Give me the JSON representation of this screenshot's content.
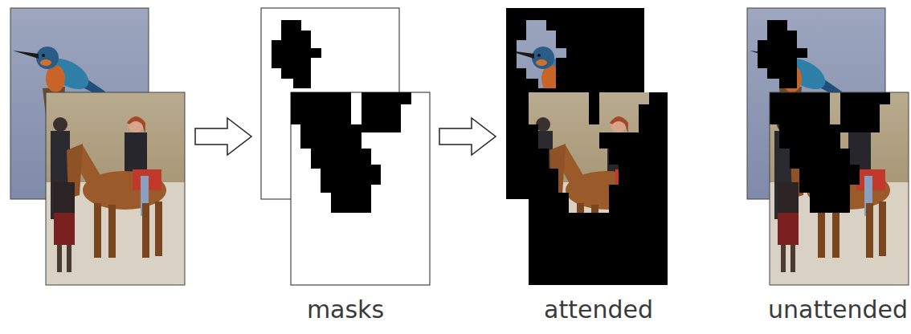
{
  "diagram": {
    "labels": [
      "masks",
      "attended",
      "unattended"
    ]
  }
}
